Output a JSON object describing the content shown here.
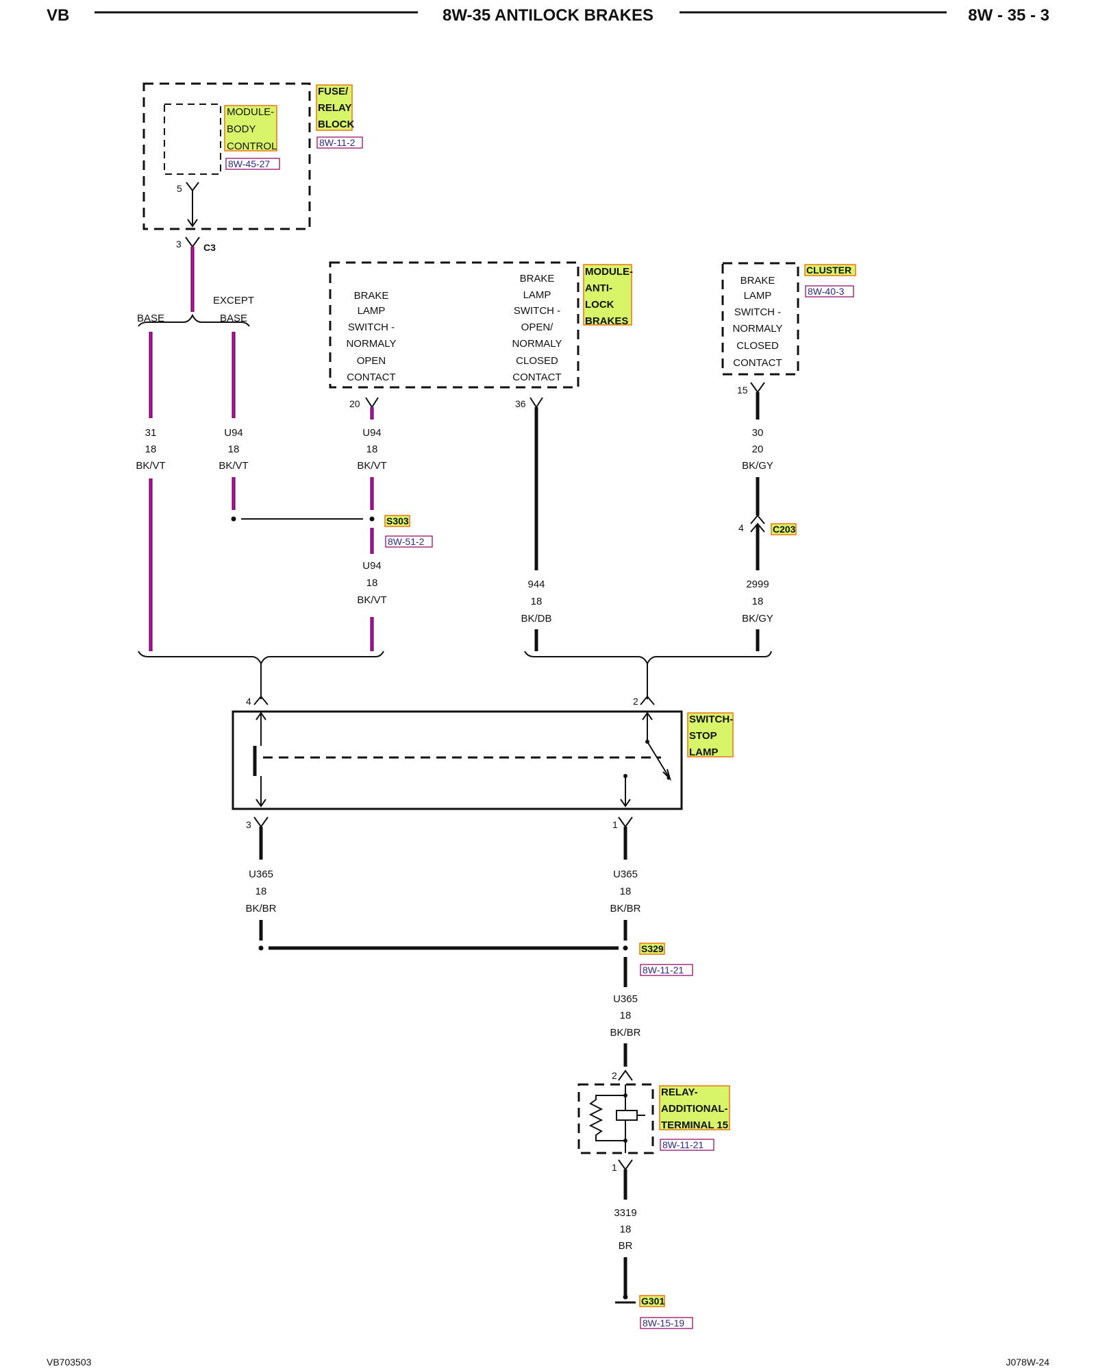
{
  "header": {
    "left": "VB",
    "title": "8W-35 ANTILOCK BRAKES",
    "right": "8W - 35 - 3"
  },
  "footer": {
    "left": "VB703503",
    "right": "J078W-24"
  },
  "components": {
    "fuse_relay_block": {
      "lines": [
        "FUSE/",
        "RELAY",
        "BLOCK"
      ],
      "ref": "8W-11-2"
    },
    "body_control": {
      "lines": [
        "MODULE-",
        "BODY",
        "CONTROL"
      ],
      "ref": "8W-45-27",
      "pin": "5"
    },
    "connector_c3": {
      "pin": "3",
      "name": "C3"
    },
    "branch_left": "BASE",
    "branch_right": [
      "EXCEPT",
      "BASE"
    ],
    "abs_module": {
      "lines": [
        "MODULE-",
        "ANTI-",
        "LOCK",
        "BRAKES"
      ],
      "open_contact": [
        "BRAKE",
        "LAMP",
        "SWITCH -",
        "NORMALY",
        "OPEN",
        "CONTACT"
      ],
      "closed_contact": [
        "BRAKE",
        "LAMP",
        "SWITCH -",
        "OPEN/",
        "NORMALY",
        "CLOSED",
        "CONTACT"
      ],
      "pin_open": "20",
      "pin_closed": "36"
    },
    "cluster": {
      "lines": [
        "CLUSTER"
      ],
      "ref": "8W-40-3",
      "contact": [
        "BRAKE",
        "LAMP",
        "SWITCH -",
        "NORMALY",
        "CLOSED",
        "CONTACT"
      ],
      "pin": "15"
    },
    "splice_s303": {
      "name": "S303",
      "ref": "8W-51-2"
    },
    "connector_c203": {
      "pin": "4",
      "name": "C203"
    },
    "switch_stop_lamp": {
      "lines": [
        "SWITCH-",
        "STOP",
        "LAMP"
      ],
      "pin_tl": "4",
      "pin_tr": "2",
      "pin_bl": "3",
      "pin_br": "1"
    },
    "splice_s329": {
      "name": "S329",
      "ref": "8W-11-21"
    },
    "relay": {
      "lines": [
        "RELAY-",
        "ADDITIONAL-",
        "TERMINAL 15"
      ],
      "ref": "8W-11-21",
      "pin_top": "2",
      "pin_bottom": "1"
    },
    "ground_g301": {
      "name": "G301",
      "ref": "8W-15-19"
    }
  },
  "wires": {
    "w_31": [
      "31",
      "18",
      "BK/VT"
    ],
    "w_u94_a": [
      "U94",
      "18",
      "BK/VT"
    ],
    "w_u94_b": [
      "U94",
      "18",
      "BK/VT"
    ],
    "w_u94_c": [
      "U94",
      "18",
      "BK/VT"
    ],
    "w_30": [
      "30",
      "20",
      "BK/GY"
    ],
    "w_944": [
      "944",
      "18",
      "BK/DB"
    ],
    "w_2999": [
      "2999",
      "18",
      "BK/GY"
    ],
    "w_u365_l": [
      "U365",
      "18",
      "BK/BR"
    ],
    "w_u365_r": [
      "U365",
      "18",
      "BK/BR"
    ],
    "w_u365_c": [
      "U365",
      "18",
      "BK/BR"
    ],
    "w_3319": [
      "3319",
      "18",
      "BR"
    ]
  }
}
